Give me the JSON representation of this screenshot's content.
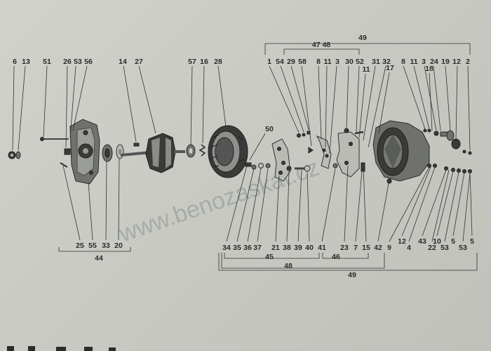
{
  "callouts": {
    "c6": "6",
    "c13": "13",
    "c51": "51",
    "c26": "26",
    "c53": "53",
    "c56": "56",
    "c14": "14",
    "c27": "27",
    "c57": "57",
    "c16": "16",
    "c28": "28",
    "c50": "50",
    "c1": "1",
    "c54": "54",
    "c29": "29",
    "c58": "58",
    "c8a": "8",
    "c11a": "11",
    "c3a": "3",
    "c30": "30",
    "c52": "52",
    "c11b": "11",
    "c31": "31",
    "c32": "32",
    "c17": "17",
    "c8b": "8",
    "c11c": "11",
    "c3b": "3",
    "c24": "24",
    "c18": "18",
    "c19": "19",
    "c12a": "12",
    "c2": "2",
    "b25": "25",
    "b55": "55",
    "b33": "33",
    "b20": "20",
    "b34": "34",
    "b35": "35",
    "b36": "36",
    "b37": "37",
    "b21": "21",
    "b38": "38",
    "b39": "39",
    "b40": "40",
    "b41": "41",
    "b23": "23",
    "b7": "7",
    "b15": "15",
    "b42": "42",
    "b9": "9",
    "b12": "12",
    "b4": "4",
    "b43": "43",
    "b22": "22",
    "b10": "10",
    "b53": "53",
    "b5a": "5",
    "b5b": "5",
    "b53b": "53"
  },
  "groups": {
    "g49top": "49",
    "g4748": "47 48",
    "g44": "44",
    "g45": "45",
    "g46": "46",
    "g48": "48",
    "g49bottom": "49"
  },
  "watermark": "www.benozaskat.cz"
}
